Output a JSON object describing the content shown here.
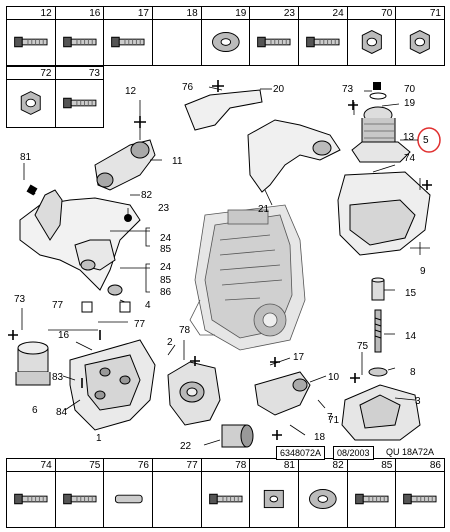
{
  "top_row": [
    "12",
    "16",
    "17",
    "18",
    "19",
    "23",
    "24",
    "70",
    "71"
  ],
  "second_row": [
    "72",
    "73"
  ],
  "bottom_row": [
    "74",
    "75",
    "76",
    "77",
    "78",
    "81",
    "82",
    "85",
    "86"
  ],
  "callouts": {
    "c1": "1",
    "c2": "2",
    "c3": "3",
    "c4": "4",
    "c5": "5",
    "c6": "6",
    "c7": "7",
    "c8": "8",
    "c9": "9",
    "c10": "10",
    "c11": "11",
    "c12": "12",
    "c13": "13",
    "c14": "14",
    "c15": "15",
    "c16": "16",
    "c17": "17",
    "c18": "18",
    "c19": "19",
    "c20": "20",
    "c21": "21",
    "c22": "22",
    "c23": "23",
    "c24a": "24",
    "c24b": "24",
    "c70": "70",
    "c71": "71",
    "c73a": "73",
    "c73b": "73",
    "c74": "74",
    "c75": "75",
    "c76": "76",
    "c77a": "77",
    "c77b": "77",
    "c78": "78",
    "c81": "81",
    "c82": "82",
    "c83": "83",
    "c84": "84",
    "c85a": "85",
    "c85b": "85",
    "c86": "86"
  },
  "reference": {
    "drawing_no": "6348072A",
    "date": "08/2003",
    "code": "QU 18A72A"
  },
  "highlight_color": "#e03030"
}
